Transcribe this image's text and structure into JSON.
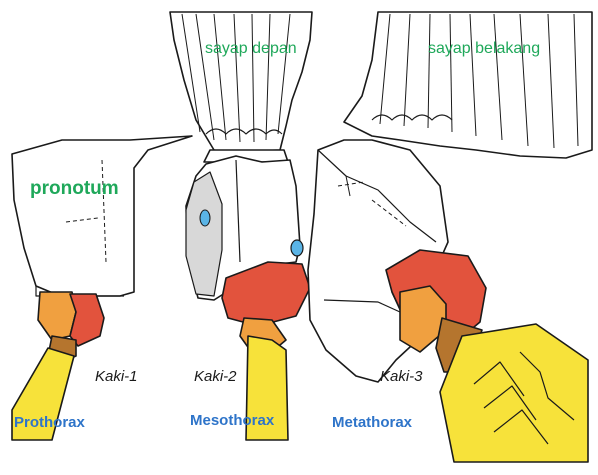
{
  "labels": {
    "sayap_depan": "sayap depan",
    "sayap_belakang": "sayap belakang",
    "pronotum": "pronotum",
    "kaki1": "Kaki-1",
    "kaki2": "Kaki-2",
    "kaki3": "Kaki-3",
    "prothorax": "Prothorax",
    "mesothorax": "Mesothorax",
    "metathorax": "Metathorax"
  },
  "colors": {
    "outline": "#1a1a1a",
    "body_fill": "#ffffff",
    "coxa_red": "#e2533d",
    "trochanter_orange": "#f0a040",
    "leg_yellow": "#f7e23a",
    "spiracle_blue": "#5ab4e6",
    "label_green": "#1fa85a",
    "label_blue": "#2e74c9"
  }
}
